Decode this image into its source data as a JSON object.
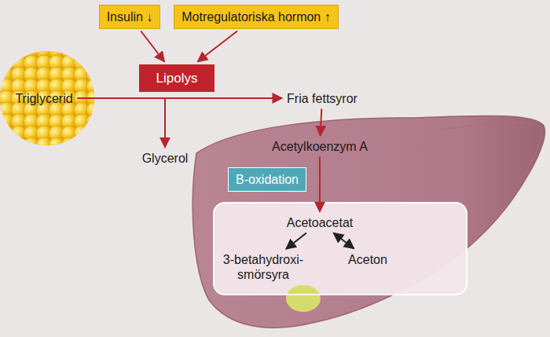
{
  "diagram": {
    "nodes": [
      {
        "text": [
          "Insulin ↓"
        ]
      },
      {
        "text": [
          "Motregulatoriska hormon ↑"
        ]
      },
      {
        "text": [
          "Lipolys"
        ]
      },
      {
        "text": [
          "Triglycerid"
        ]
      },
      {
        "text": [
          "Fria fettsyror"
        ]
      },
      {
        "text": [
          "Glycerol"
        ]
      },
      {
        "text": [
          "Acetylkoenzym A"
        ]
      },
      {
        "text": [
          "B-oxidation"
        ]
      },
      {
        "text": [
          "Acetoacetat"
        ]
      },
      {
        "text": [
          "3-betahydroxi- smörsyra"
        ]
      },
      {
        "text": [
          "Aceton"
        ]
      }
    ],
    "edges": [
      {
        "from": 0,
        "to": 2,
        "arrow": "to"
      },
      {
        "from": 1,
        "to": 2,
        "arrow": "to"
      },
      {
        "from": 3,
        "to": 4,
        "arrow": "to"
      },
      {
        "from": 3,
        "to": 5,
        "arrow": "to"
      },
      {
        "from": 4,
        "to": 6,
        "arrow": "to"
      },
      {
        "from": 6,
        "to": 8,
        "arrow": "to"
      },
      {
        "from": 8,
        "to": 9,
        "arrow": "to"
      },
      {
        "from": 8,
        "to": 10,
        "arrow": "both"
      }
    ]
  }
}
